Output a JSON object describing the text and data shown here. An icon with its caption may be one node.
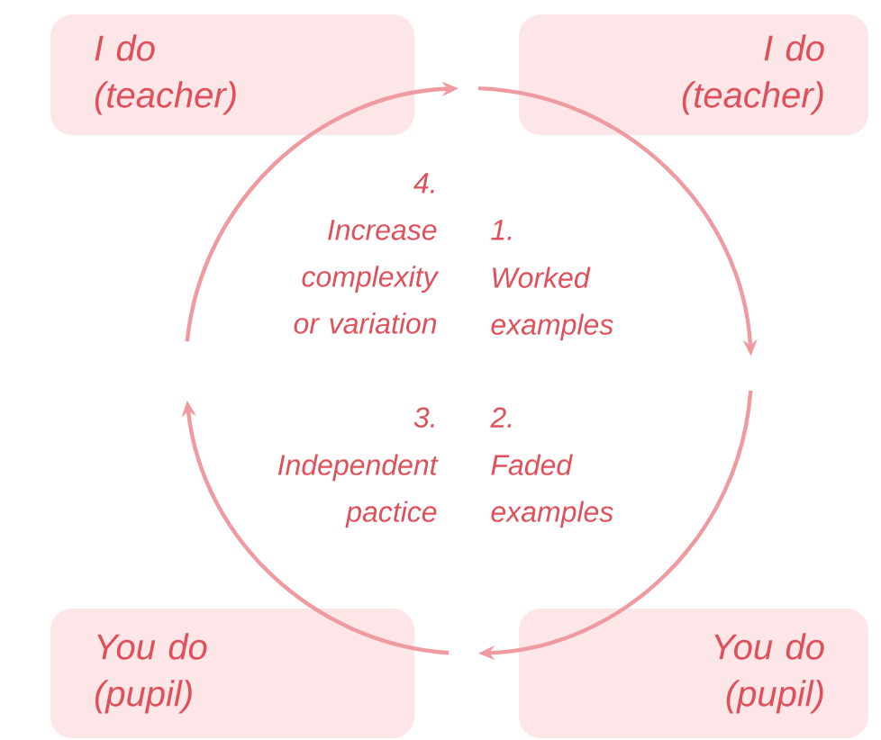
{
  "diagram": {
    "nodes": [
      {
        "text": [
          "I do",
          "(teacher)"
        ]
      },
      {
        "text": [
          "I do",
          "(teacher)"
        ]
      },
      {
        "text": [
          "You do",
          "(pupil)"
        ]
      },
      {
        "text": [
          "You do",
          "(pupil)"
        ]
      }
    ],
    "labels": [
      "4.",
      "Increase complexity or variation",
      "1.",
      "Worked examples",
      "3.",
      "Independent pactice",
      "2.",
      "Faded examples"
    ]
  }
}
